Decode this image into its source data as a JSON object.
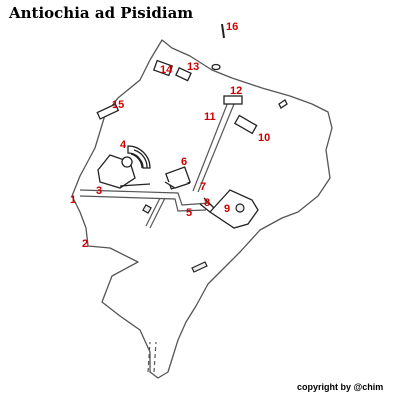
{
  "title": "Antiochia ad Pisidiam",
  "copyright": "copyright by @chim",
  "site_numbers": [
    "1",
    "2",
    "3",
    "4",
    "5",
    "6",
    "7",
    "8",
    "9",
    "10",
    "11",
    "12",
    "13",
    "14",
    "15",
    "16"
  ],
  "colors": {
    "label": "#cc0000",
    "outline": "#555555",
    "structure": "#222222",
    "background": "#ffffff"
  }
}
